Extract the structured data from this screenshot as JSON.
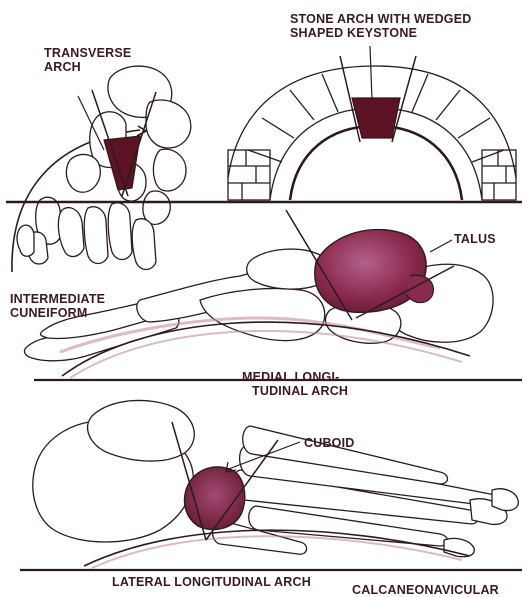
{
  "labels": {
    "transverse_arch": [
      "Transverse",
      "Arch"
    ],
    "stone_arch": [
      "Stone Arch with Wedged",
      "Shaped Keystone"
    ],
    "talus": "Talus",
    "intermediate_cuneiform": [
      "Intermediate",
      "Cuneiform"
    ],
    "medial_arch": [
      "Medial Longi-",
      "tudinal Arch"
    ],
    "cuboid": "Cuboid",
    "lateral_arch": "Lateral Longitudinal Arch",
    "calcaneonavicular": "Calcaneonavicular"
  },
  "colors": {
    "ink": "#2b1a1e",
    "keystone": "#5c1424",
    "talus": "#8a2a4e",
    "cuboid": "#7a1f3c",
    "tint": "#c98aa0"
  }
}
